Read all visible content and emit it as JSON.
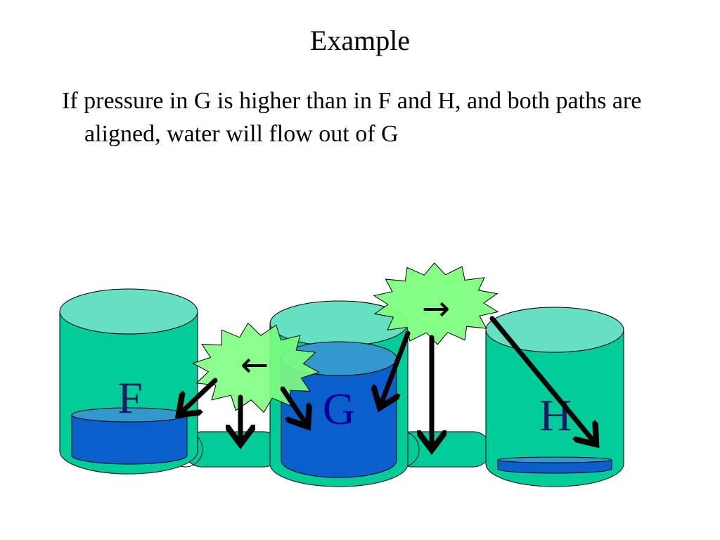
{
  "slide": {
    "title": "Example",
    "body": "If pressure in G is higher than in F and H, and both paths are aligned, water will flow out of G"
  },
  "diagram": {
    "tanks": [
      {
        "id": "F",
        "label": "F"
      },
      {
        "id": "G",
        "label": "G"
      },
      {
        "id": "H",
        "label": "H"
      }
    ],
    "valves": [
      {
        "id": "valve-left",
        "label": "←"
      },
      {
        "id": "valve-right",
        "label": "→"
      }
    ],
    "colors": {
      "tank_body": "#00cc99",
      "tank_top": "#66e0c2",
      "water": "#0a5fcc",
      "water_top": "#3399cc",
      "valve": "#80ff80",
      "arrow": "#000000",
      "label_dark": "#1a1a66",
      "label_g": "#000099"
    }
  }
}
